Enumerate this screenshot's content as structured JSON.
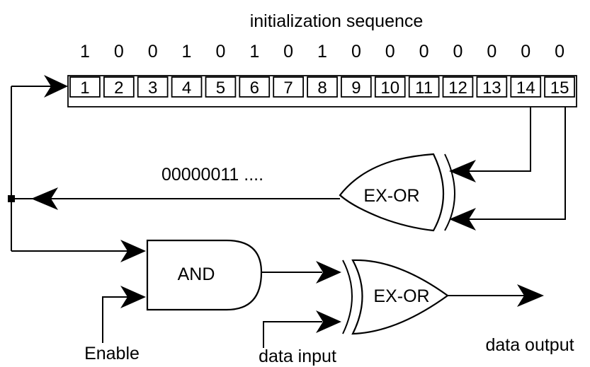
{
  "title": "initialization sequence",
  "init_bits": [
    "1",
    "0",
    "0",
    "1",
    "0",
    "1",
    "0",
    "1",
    "0",
    "0",
    "0",
    "0",
    "0",
    "0",
    "0"
  ],
  "register_cells": [
    "1",
    "2",
    "3",
    "4",
    "5",
    "6",
    "7",
    "8",
    "9",
    "10",
    "11",
    "12",
    "13",
    "14",
    "15"
  ],
  "feedback_label": "00000011 ....",
  "gates": {
    "feedback_xor": "EX-OR",
    "and_gate": "AND",
    "output_xor": "EX-OR"
  },
  "signals": {
    "enable": "Enable",
    "data_input": "data input",
    "data_output": "data output"
  }
}
